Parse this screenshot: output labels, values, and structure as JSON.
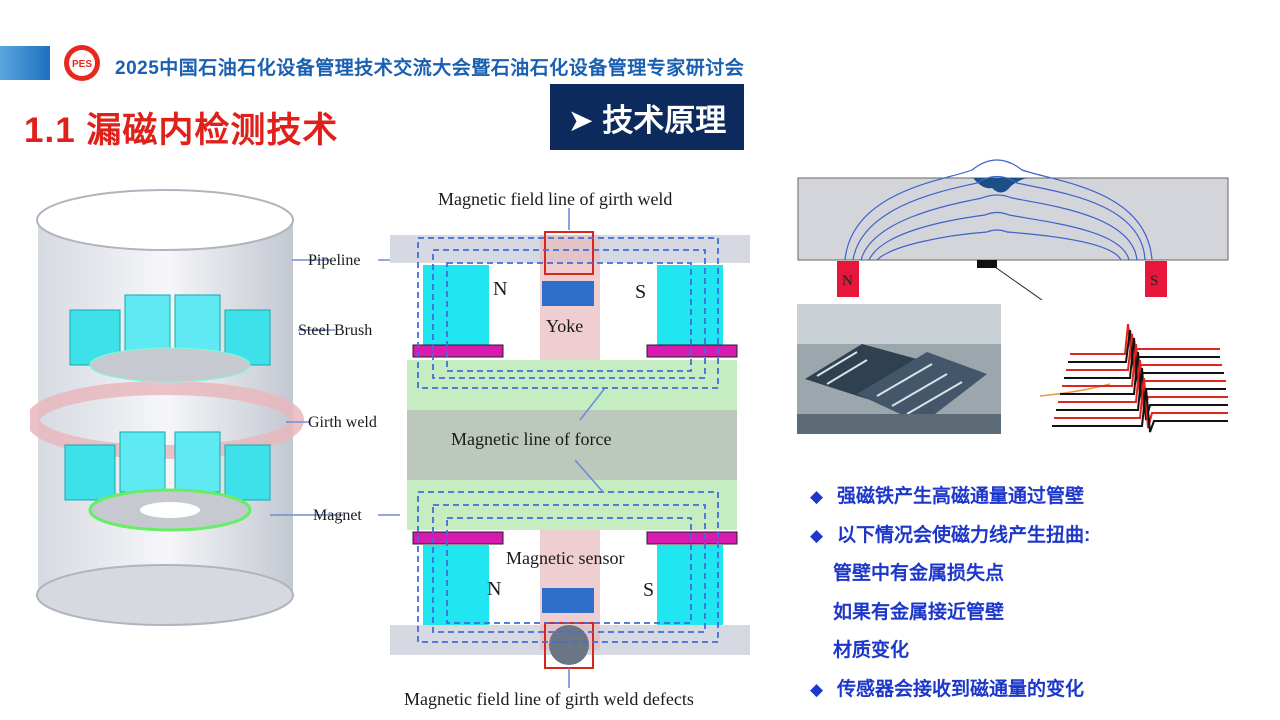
{
  "header": {
    "logo_text": "PES",
    "conference_title": "2025中国石油石化设备管理技术交流大会暨石油石化设备管理专家研讨会"
  },
  "slide": {
    "title": "1.1 漏磁内检测技术",
    "tag": "➤ 技术原理"
  },
  "figure_left": {
    "labels": {
      "pipeline": "Pipeline",
      "steel_brush": "Steel Brush",
      "girth_weld": "Girth weld",
      "magnet": "Magnet"
    }
  },
  "figure_mid": {
    "labels": {
      "top_caption": "Magnetic field line of girth weld",
      "north_top": "N",
      "south_top": "S",
      "yoke": "Yoke",
      "line_of_force": "Magnetic line of force",
      "sensor": "Magnetic sensor",
      "north_bottom": "N",
      "south_bottom": "S",
      "bottom_caption": "Magnetic field line of girth weld defects"
    }
  },
  "figure_top_right": {
    "north": "N",
    "south": "S"
  },
  "bullets": [
    {
      "mark": "◆",
      "text": "强磁铁产生高磁通量通过管壁",
      "sub": false
    },
    {
      "mark": "◆",
      "text": "以下情况会使磁力线产生扭曲:",
      "sub": false
    },
    {
      "mark": "",
      "text": "管壁中有金属损失点",
      "sub": true
    },
    {
      "mark": "",
      "text": "如果有金属接近管壁",
      "sub": true
    },
    {
      "mark": "",
      "text": "材质变化",
      "sub": true
    },
    {
      "mark": "◆",
      "text": "传感器会接收到磁通量的变化",
      "sub": false
    }
  ],
  "colors": {
    "title_red": "#e0201b",
    "header_blue": "#1a5fb0",
    "tag_navy": "#0d2a5c",
    "bullet_blue": "#1c37c9",
    "magnet_cyan": "#1fe6f0",
    "field_line_blue": "#3f6fd8"
  }
}
